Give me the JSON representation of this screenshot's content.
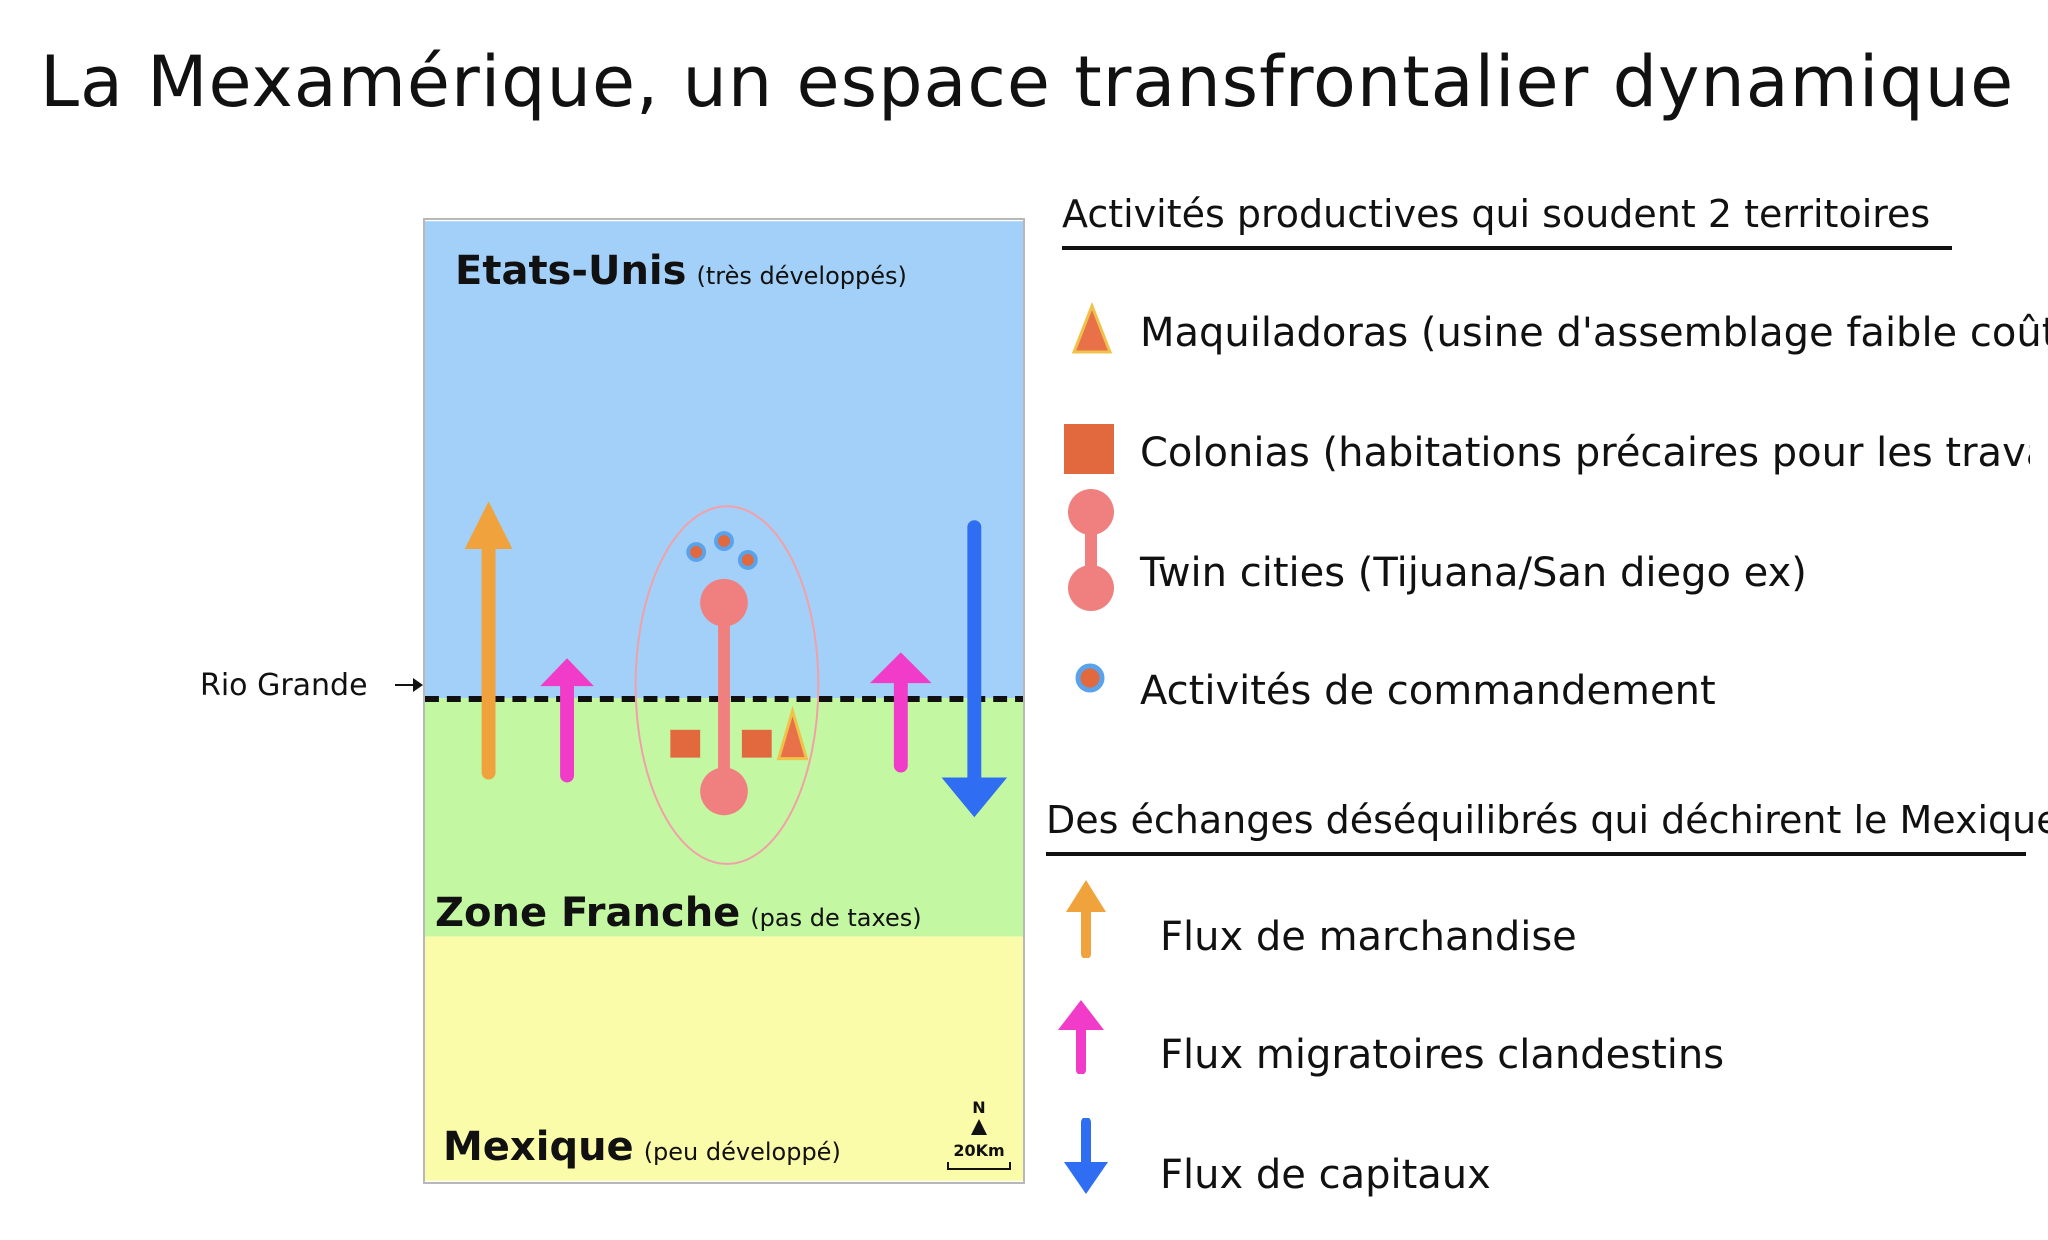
{
  "title": "La Mexamérique, un espace transfrontalier dynamique",
  "map": {
    "zones": {
      "usa": {
        "name": "Etats-Unis",
        "note": "(très développés)",
        "color": "#a3d0f8"
      },
      "zone_franche": {
        "name": "Zone Franche",
        "note": "(pas de taxes)",
        "color": "#c4f7a1"
      },
      "mexique": {
        "name": "Mexique",
        "note": "(peu développé)",
        "color": "#fbfca9"
      }
    },
    "river_label": "Rio Grande",
    "north_label": "N",
    "scale_label": "20Km"
  },
  "legend": {
    "section_productive": {
      "heading": "Activités productives qui soudent 2 territoires",
      "items": [
        {
          "label": "Maquiladoras (usine d'assemblage faible coût)",
          "icon": "triangle-icon",
          "color": "#e8714a"
        },
        {
          "label": "Colonias (habitations précaires pour les travailleurs",
          "icon": "square-icon",
          "color": "#e2683e"
        },
        {
          "label": "Twin cities (Tijuana/San diego ex)",
          "icon": "twin-cities-icon",
          "color": "#f08080"
        },
        {
          "label": "Activités de commandement",
          "icon": "command-dot-icon",
          "color": "#e2683e"
        }
      ]
    },
    "section_exchanges": {
      "heading": "Des échanges déséquilibrés qui déchirent le Mexique",
      "items": [
        {
          "label": "Flux de marchandise",
          "icon": "up-arrow-icon",
          "color": "#f0a33d"
        },
        {
          "label": "Flux migratoires clandestins",
          "icon": "up-arrow-icon",
          "color": "#f03cc8"
        },
        {
          "label": "Flux de capitaux",
          "icon": "down-arrow-icon",
          "color": "#2f6ef2"
        }
      ]
    }
  }
}
